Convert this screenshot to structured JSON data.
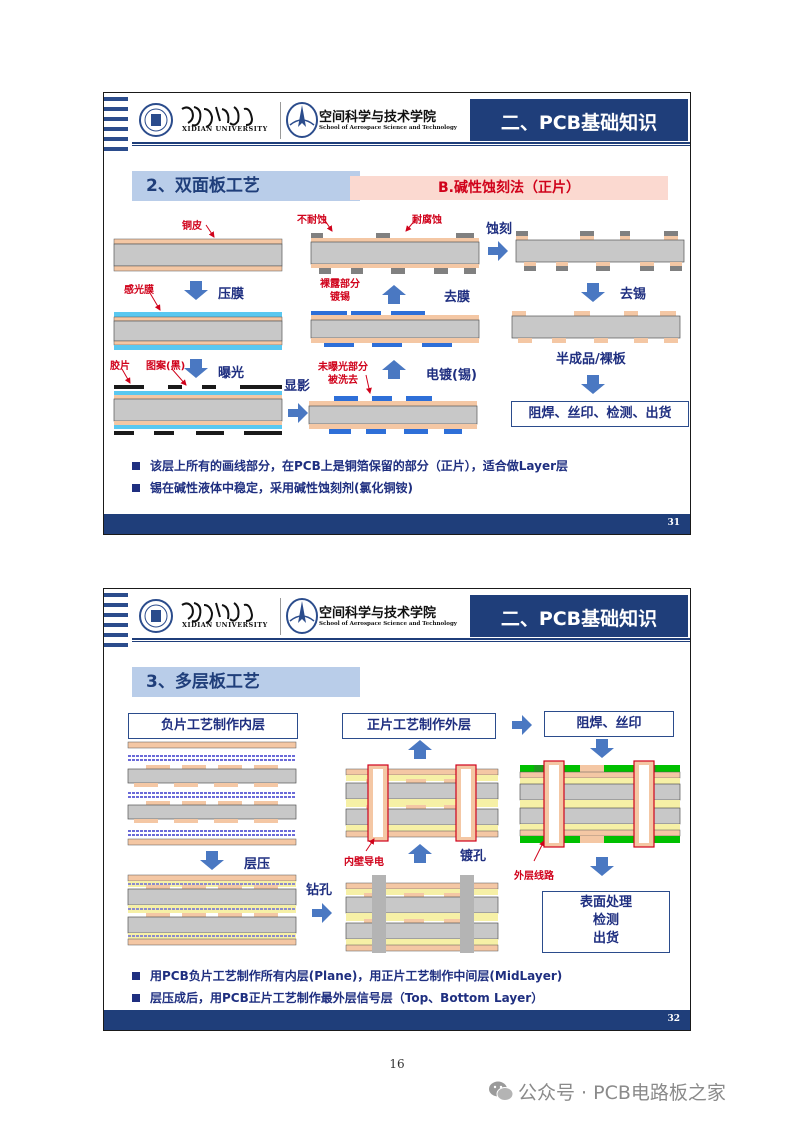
{
  "slides": [
    {
      "university_en": "XIDIAN UNIVERSITY",
      "school_cn": "空间科学与技术学院",
      "school_en": "School of Aerospace Science and Technology",
      "title": "二、PCB基础知识",
      "section": "2、双面板工艺",
      "method": "B.碱性蚀刻法（正片）",
      "labels": {
        "copper": "铜皮",
        "photo_film": "感光膜",
        "film": "胶片",
        "pattern": "图案(黑)",
        "not_resist": "不耐蚀",
        "resist": "耐腐蚀",
        "bare_plated": "裸露部分\n镀锡",
        "unexposed": "未曝光部分\n被洗去"
      },
      "steps": {
        "press_film": "压膜",
        "expose": "曝光",
        "develop": "显影",
        "plate": "电镀(锡)",
        "strip_film": "去膜",
        "etch": "蚀刻",
        "strip_tin": "去锡",
        "semi": "半成品/裸板",
        "final": "阻焊、丝印、检测、出货"
      },
      "bullets": [
        "该层上所有的画线部分，在PCB上是铜箔保留的部分（正片），适合做Layer层",
        "锡在碱性液体中稳定，采用碱性蚀刻剂(氯化铜铵)"
      ],
      "page": "31"
    },
    {
      "university_en": "XIDIAN UNIVERSITY",
      "school_cn": "空间科学与技术学院",
      "school_en": "School of Aerospace Science and Technology",
      "title": "二、PCB基础知识",
      "section": "3、多层板工艺",
      "boxes": {
        "inner": "负片工艺制作内层",
        "outer": "正片工艺制作外层",
        "mask": "阻焊、丝印",
        "final_1": "表面处理",
        "final_2": "检测",
        "final_3": "出货"
      },
      "steps": {
        "laminate": "层压",
        "drill": "钻孔",
        "plate_hole": "镀孔"
      },
      "labels": {
        "inner_wall": "内壁导电",
        "outer_trace": "外层线路"
      },
      "bullets": [
        "用PCB负片工艺制作所有内层(Plane)，用正片工艺制作中间层(MidLayer)",
        "层压成后，用PCB正片工艺制作最外层信号层（Top、Bottom Layer）"
      ],
      "page": "32"
    }
  ],
  "page_number": "16",
  "watermark": "公众号 · PCB电路板之家",
  "colors": {
    "navy": "#1f3e7a",
    "section_bg": "#b9cde9",
    "method_bg": "#fbd9d0",
    "copper": "#f4c7a4",
    "core": "#c8c8c8",
    "tin": "#2e6fd8",
    "red": "#d0021b",
    "green": "#00c000"
  }
}
